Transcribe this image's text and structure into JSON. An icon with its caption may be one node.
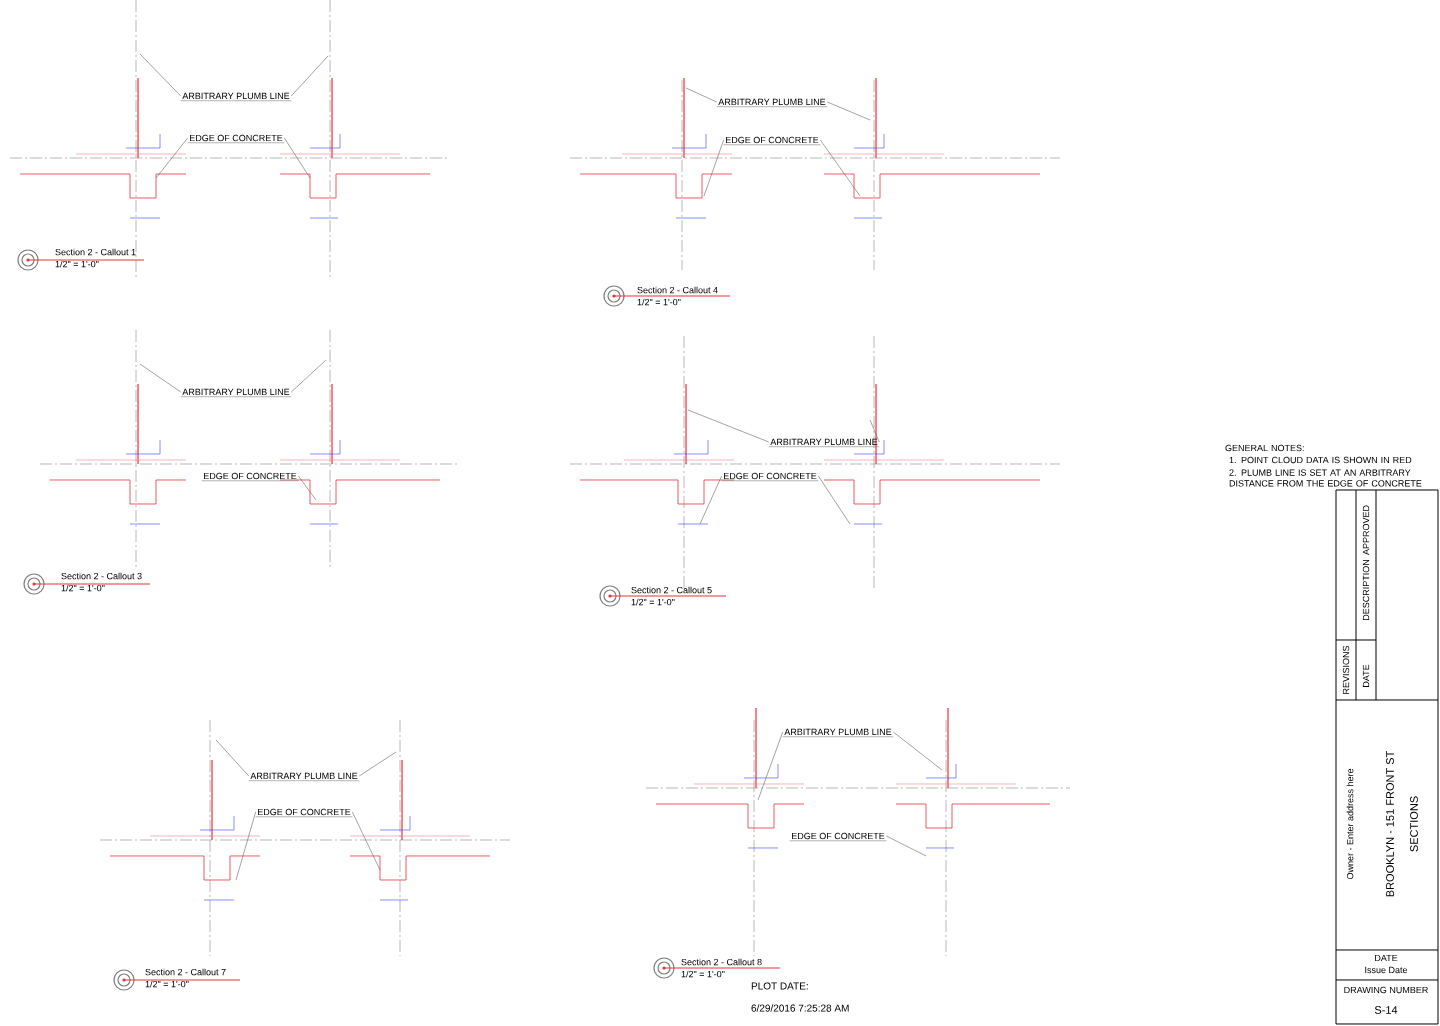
{
  "diagram": {
    "nodes": [
      {
        "text": [
          "ARBITRARY PLUMB LINE"
        ]
      },
      {
        "text": [
          "EDGE OF CONCRETE"
        ]
      },
      {
        "text": [
          "ARBITRARY PLUMB LINE"
        ]
      },
      {
        "text": [
          "EDGE OF CONCRETE"
        ]
      },
      {
        "text": [
          "ARBITRARY PLUMB LINE"
        ]
      },
      {
        "text": [
          "EDGE OF CONCRETE"
        ]
      },
      {
        "text": [
          "ARBITRARY PLUMB LINE"
        ]
      },
      {
        "text": [
          "EDGE OF CONCRETE"
        ]
      },
      {
        "text": [
          "ARBITRARY PLUMB LINE"
        ]
      },
      {
        "text": [
          "EDGE OF CONCRETE"
        ]
      },
      {
        "text": [
          "ARBITRARY PLUMB LINE"
        ]
      },
      {
        "text": [
          "EDGE OF CONCRETE"
        ]
      }
    ],
    "edges": [
      {
        "from": 0,
        "to": null,
        "arrow": "none"
      },
      {
        "from": 0,
        "to": null,
        "arrow": "none"
      },
      {
        "from": 1,
        "to": null,
        "arrow": "none"
      },
      {
        "from": 1,
        "to": null,
        "arrow": "none"
      },
      {
        "from": 2,
        "to": null,
        "arrow": "none"
      },
      {
        "from": 2,
        "to": null,
        "arrow": "none"
      },
      {
        "from": 3,
        "to": null,
        "arrow": "none"
      },
      {
        "from": 3,
        "to": null,
        "arrow": "none"
      },
      {
        "from": 4,
        "to": null,
        "arrow": "none"
      },
      {
        "from": 4,
        "to": null,
        "arrow": "none"
      },
      {
        "from": 5,
        "to": null,
        "arrow": "none"
      },
      {
        "from": 6,
        "to": null,
        "arrow": "none"
      },
      {
        "from": 6,
        "to": null,
        "arrow": "none"
      },
      {
        "from": 7,
        "to": null,
        "arrow": "none"
      },
      {
        "from": 7,
        "to": null,
        "arrow": "none"
      },
      {
        "from": 8,
        "to": null,
        "arrow": "none"
      },
      {
        "from": 8,
        "to": null,
        "arrow": "none"
      },
      {
        "from": 9,
        "to": null,
        "arrow": "none"
      },
      {
        "from": 9,
        "to": null,
        "arrow": "none"
      },
      {
        "from": 10,
        "to": null,
        "arrow": "none"
      },
      {
        "from": 10,
        "to": null,
        "arrow": "none"
      },
      {
        "from": 11,
        "to": null,
        "arrow": "none"
      }
    ],
    "labels": [
      "Section 2 - Callout 1",
      "1/2\" = 1'-0\"",
      "Section 2 - Callout 4",
      "1/2\" = 1'-0\"",
      "Section 2 - Callout 3",
      "1/2\" = 1'-0\"",
      "Section 2 - Callout 5",
      "1/2\" = 1'-0\"",
      "GENERAL NOTES:",
      "1. POINT CLOUD DATA IS SHOWN IN RED",
      "2. PLUMB LINE IS SET AT AN ARBITRARY DISTANCE FROM THE EDGE OF CONCRETE",
      "Section 2 - Callout 7",
      "1/2\" = 1'-0\"",
      "Section 2 - Callout 8",
      "1/2\" = 1'-0\"",
      "PLOT DATE:",
      "6/29/2016 7:25:28 AM",
      "APPROVED",
      "DESCRIPTION",
      "REVISIONS",
      "DATE",
      "Owner - Enter address here",
      "BROOKLYN - 151 FRONT ST",
      "SECTIONS",
      "DATE",
      "Issue Date",
      "DRAWING NUMBER",
      "S-14"
    ]
  }
}
